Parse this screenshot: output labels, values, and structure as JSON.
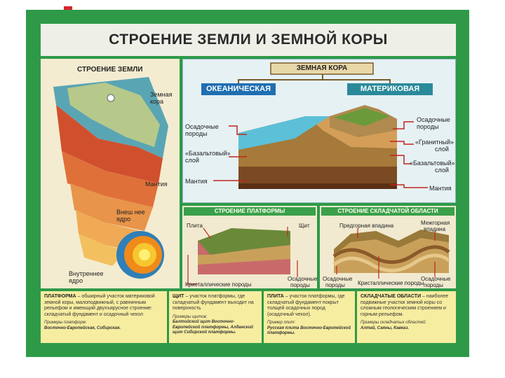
{
  "title": "СТРОЕНИЕ ЗЕМЛИ И ЗЕМНОЙ КОРЫ",
  "earth_panel": {
    "heading": "СТРОЕНИЕ ЗЕМЛИ",
    "crust_label_1": "Земная",
    "crust_label_2": "кора",
    "mantle_label": "Мантия",
    "outer_core_1": "Внеш нее",
    "outer_core_2": "ядро",
    "inner_core_1": "Внутреннее",
    "inner_core_2": "ядро"
  },
  "crust_panel": {
    "heading": "ЗЕМНАЯ КОРА",
    "oceanic": "ОКЕАНИЧЕСКАЯ",
    "continental": "МАТЕРИКОВАЯ",
    "left_labels": [
      "Осадочные",
      "породы",
      "«Базальтовый»",
      "слой",
      "Мантия"
    ],
    "right_labels": [
      "Осадочные",
      "породы",
      "«Гранитный»",
      "слой",
      "«Базальтовый»",
      "слой",
      "Мантия"
    ]
  },
  "platform_panel": {
    "heading": "СТРОЕНИЕ ПЛАТФОРМЫ",
    "plate": "Плита",
    "shield": "Щит",
    "crystalline": "Кристаллические породы",
    "sediment_1": "Осадочные",
    "sediment_2": "породы"
  },
  "fold_panel": {
    "heading": "СТРОЕНИЕ СКЛАДЧАТОЙ ОБЛАСТИ",
    "foredeep": "Предгорная впадина",
    "intermontane_1": "Межгорная",
    "intermontane_2": "впадина",
    "sediment_1": "Осадочные",
    "sediment_2": "породы",
    "crystalline": "Кристаллические породы",
    "sediment2_1": "Осадочные",
    "sediment2_2": "породы"
  },
  "definitions": [
    {
      "term": "ПЛАТФОРМА",
      "text": " – обширный участок материковой земной коры, малоподвижный, с равнинным рельефом и имеющий двухъярусное строение: складчатый фундамент и осадочный чехол",
      "ex_label": "Примеры платформ:",
      "ex": "Восточно-Европейская, Сибирская."
    },
    {
      "term": "ЩИТ",
      "text": " – участок платформы, где складчатый фундамент выходит на поверхность",
      "ex_label": "Примеры щитов:",
      "ex": "Балтийский щит Восточно-Европейской платформы, Алданский щит Сибирской платформы."
    },
    {
      "term": "ПЛИТА",
      "text": " – участок платформы, где складчатый фундамент покрыт толщей осадочных пород (осадочный чехол).",
      "ex_label": "Пример плит:",
      "ex": "Русская плита Восточно-Европейской платформы."
    },
    {
      "term": "СКЛАДЧАТЫЕ ОБЛАСТИ",
      "text": " – наиболее подвижные участки земной коры со сложным геологическим строением и горным рельефом.",
      "ex_label": "Примеры складчатых областей:",
      "ex": "Алтай, Саяны, Кавказ."
    }
  ],
  "colors": {
    "frame_green": "#2e9a48",
    "crust_blue": "#1f6fb1",
    "ocean": "#4fb7d6",
    "mantle": "#c8402a",
    "core": "#f3a21a"
  }
}
